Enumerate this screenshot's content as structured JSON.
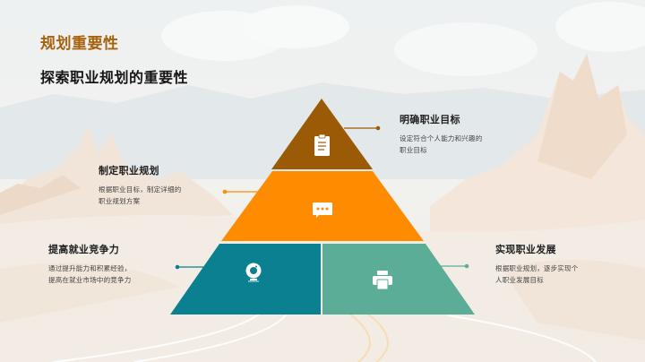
{
  "header": {
    "section_title": "规划重要性",
    "page_title": "探索职业规划的重要性"
  },
  "colors": {
    "section_title": "#a8620f",
    "tier_top": "#9a5a06",
    "tier_middle": "#ff8c00",
    "tier_bottom_left": "#0a8090",
    "tier_bottom_right": "#5bad98"
  },
  "pyramid": {
    "tiers": [
      {
        "id": "top",
        "icon": "clipboard-icon",
        "title": "明确职业目标",
        "description_line1": "设定符合个人能力和兴趣的",
        "description_line2": "职业目标"
      },
      {
        "id": "middle",
        "icon": "chat-bubble-icon",
        "title": "制定职业规划",
        "description_line1": "根据职业目标，制定详细的",
        "description_line2": "职业规划方案"
      },
      {
        "id": "bottom-left",
        "icon": "webcam-icon",
        "title": "提高就业竞争力",
        "description_line1": "通过提升能力和积累经验，",
        "description_line2": "提高在就业市场中的竞争力"
      },
      {
        "id": "bottom-right",
        "icon": "printer-icon",
        "title": "实现职业发展",
        "description_line1": "根据职业规划，逐步实现个",
        "description_line2": "人职业发展目标"
      }
    ]
  }
}
